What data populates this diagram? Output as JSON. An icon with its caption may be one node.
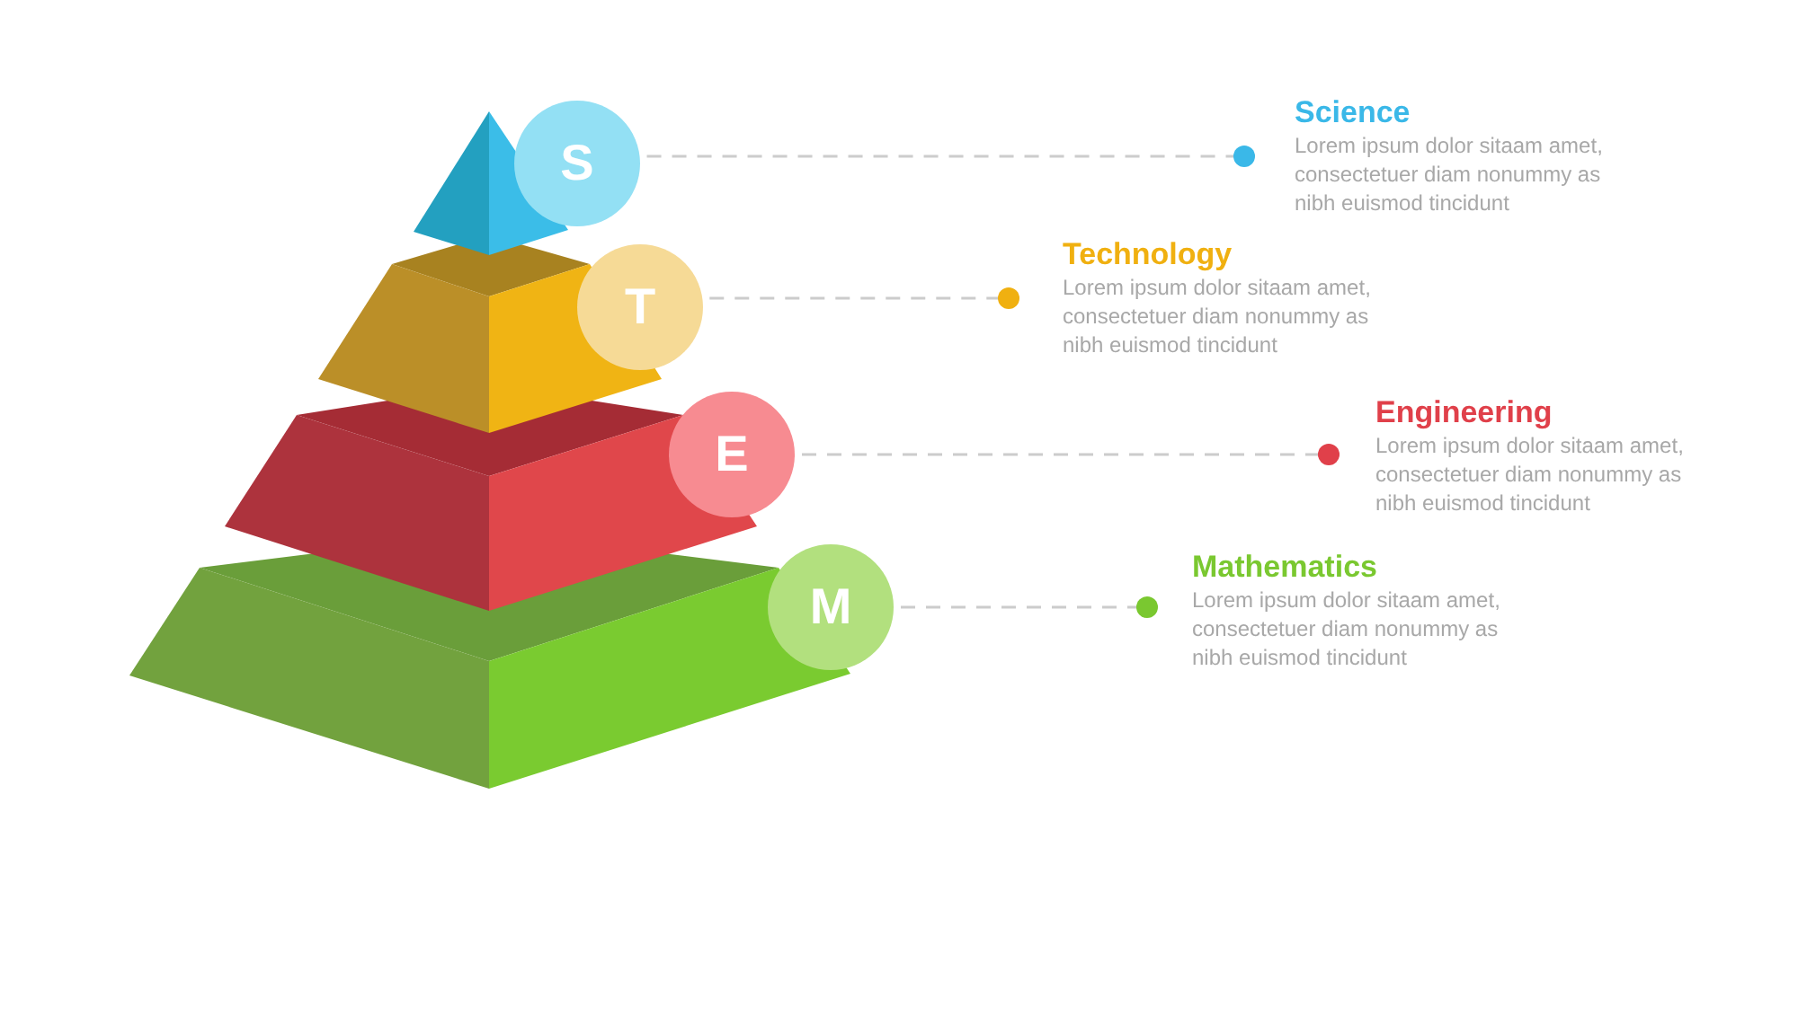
{
  "diagram": {
    "nodes": [
      {
        "text": [
          "S"
        ]
      },
      {
        "text": [
          "Science",
          "Lorem ipsum dolor sitaam amet, consectetuer diam nonummy as nibh euismod tincidunt"
        ]
      },
      {
        "text": [
          "T"
        ]
      },
      {
        "text": [
          "Technology",
          "Lorem ipsum dolor sitaam amet, consectetuer diam nonummy as nibh euismod tincidunt"
        ]
      },
      {
        "text": [
          "E"
        ]
      },
      {
        "text": [
          "Engineering",
          "Lorem ipsum dolor sitaam amet, consectetuer diam nonummy as nibh euismod tincidunt"
        ]
      },
      {
        "text": [
          "M"
        ]
      },
      {
        "text": [
          "Mathematics",
          "Lorem ipsum dolor sitaam amet, consectetuer diam nonummy as nibh euismod tincidunt"
        ]
      }
    ],
    "edges": [
      {
        "from": 0,
        "to": 1,
        "arrow": "other",
        "style": "dashed"
      },
      {
        "from": 2,
        "to": 3,
        "arrow": "other",
        "style": "dashed"
      },
      {
        "from": 4,
        "to": 5,
        "arrow": "other",
        "style": "dashed"
      },
      {
        "from": 6,
        "to": 7,
        "arrow": "other",
        "style": "dashed"
      }
    ]
  }
}
